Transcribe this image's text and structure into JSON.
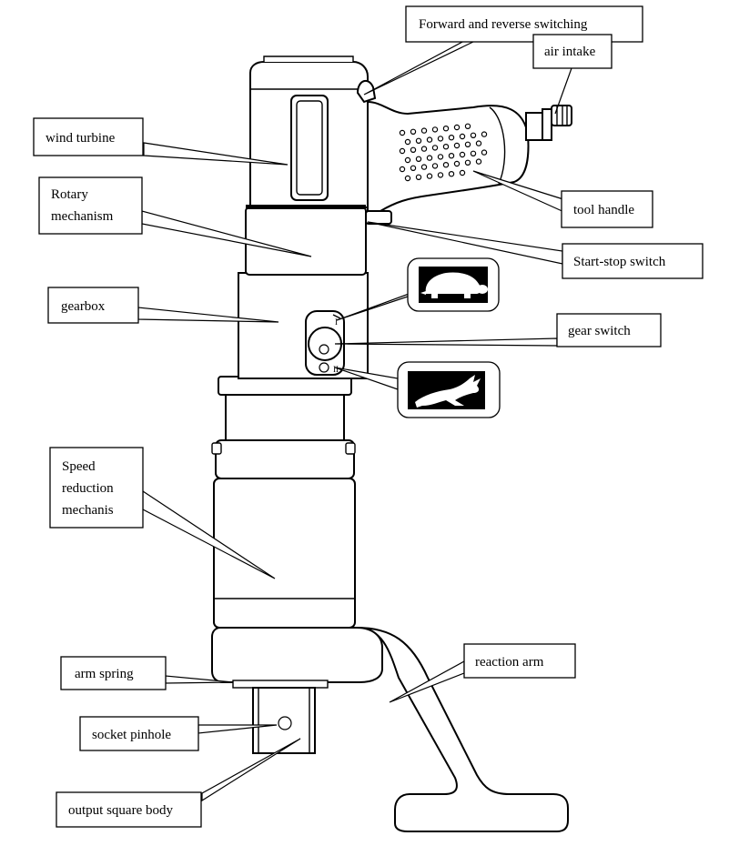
{
  "labels": {
    "forward_reverse": "Forward and reverse switching",
    "air_intake": "air intake",
    "wind_turbine": "wind turbine",
    "rotary_1": "Rotary",
    "rotary_2": "mechanism",
    "tool_handle": "tool handle",
    "start_stop": "Start-stop switch",
    "gearbox": "gearbox",
    "gear_switch": "gear switch",
    "speed_1": "Speed",
    "speed_2": "reduction",
    "speed_3": "mechanis",
    "reaction_arm": "reaction arm",
    "arm_spring": "arm spring",
    "socket_pinhole": "socket pinhole",
    "output_square": "output square body"
  },
  "icons": {
    "slow_gear": "turtle-icon",
    "fast_gear": "rabbit-icon"
  },
  "colors": {
    "line": "#000000",
    "background": "#ffffff"
  }
}
